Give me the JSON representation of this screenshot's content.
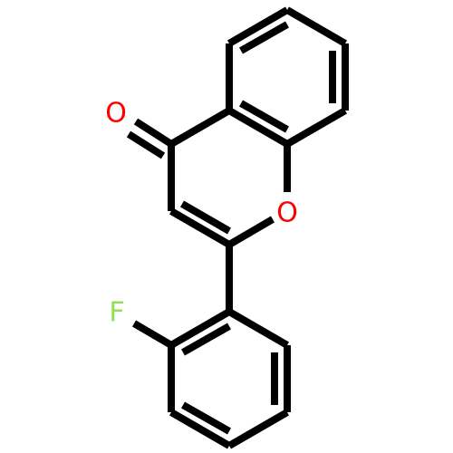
{
  "molecule": {
    "atoms": [
      {
        "id": "carbonyl-oxygen",
        "label": "O",
        "color": "#ff0000"
      },
      {
        "id": "ring-oxygen",
        "label": "O",
        "color": "#ff0000"
      },
      {
        "id": "fluorine",
        "label": "F",
        "color": "#90e050"
      }
    ],
    "bond_color": "#000000",
    "background": "#ffffff"
  }
}
